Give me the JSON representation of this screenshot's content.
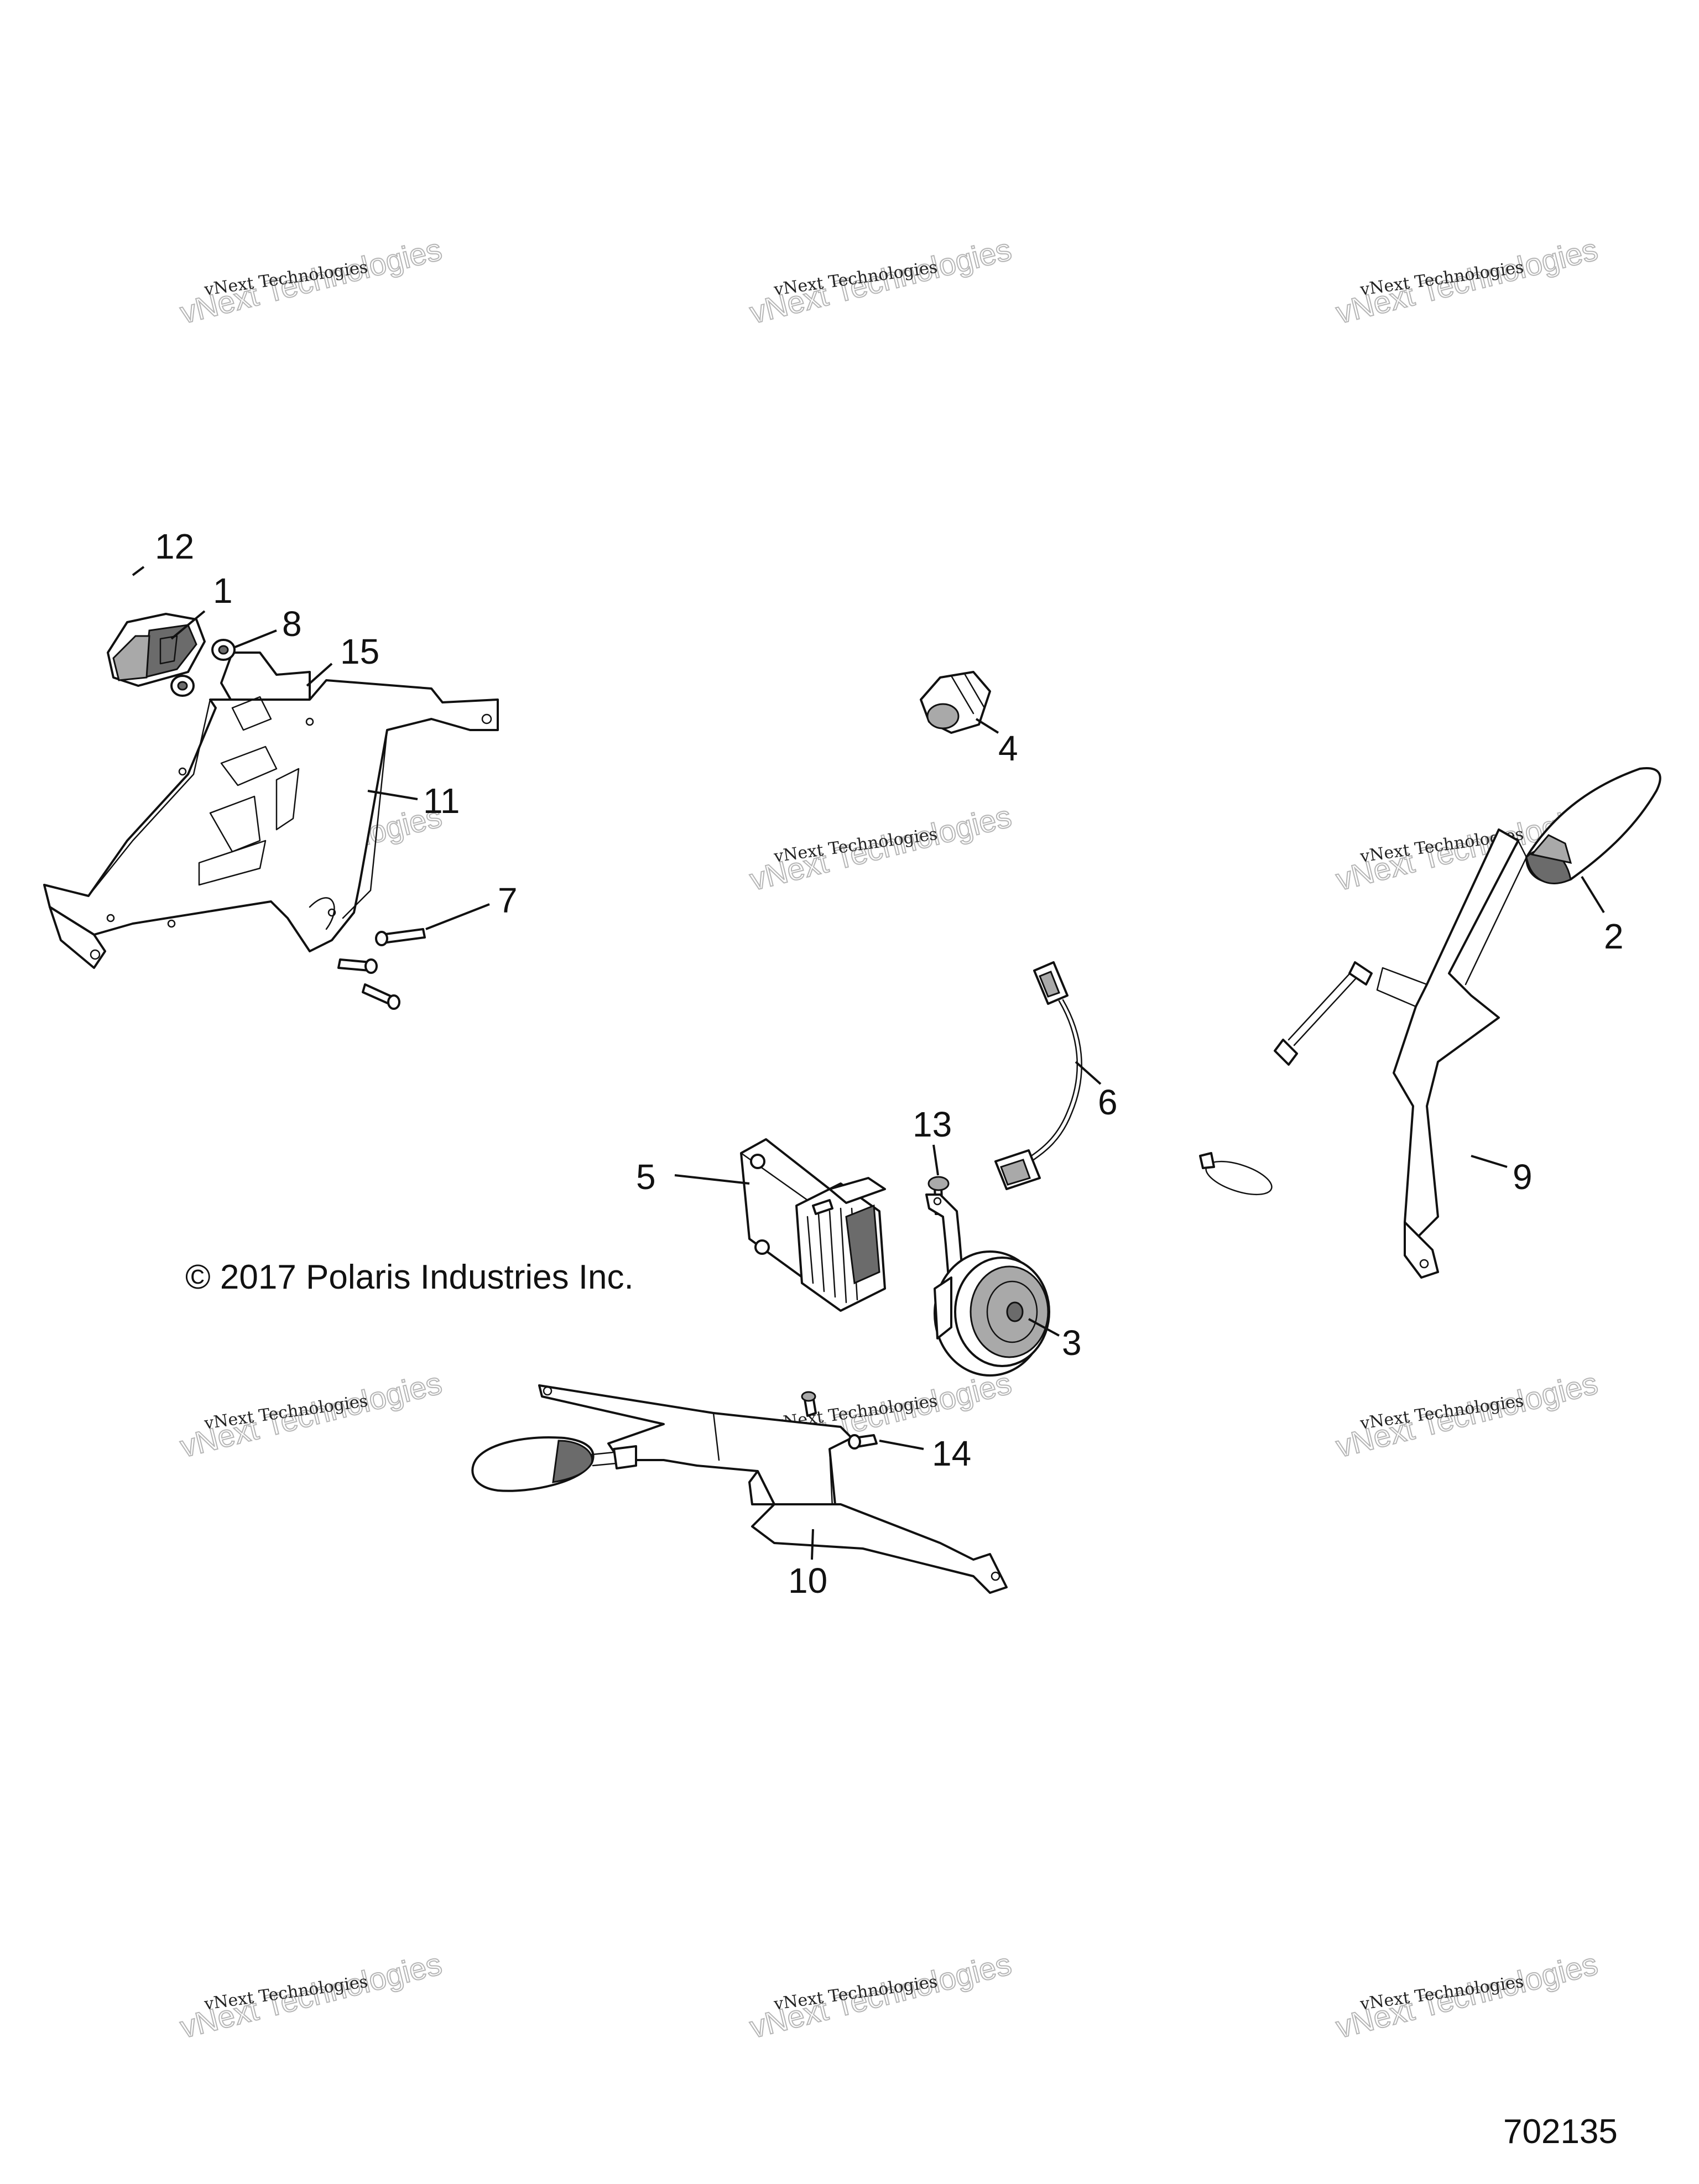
{
  "watermark": {
    "line1": "vNext Technologies",
    "line2": "vNext Technologies"
  },
  "copyright": "© 2017 Polaris Industries Inc.",
  "figure_number": "702135",
  "callouts": {
    "c1": "1",
    "c2": "2",
    "c3": "3",
    "c4": "4",
    "c5": "5",
    "c6": "6",
    "c7": "7",
    "c8": "8",
    "c9": "9",
    "c10": "10",
    "c11": "11",
    "c12": "12",
    "c13": "13",
    "c14": "14",
    "c15": "15"
  }
}
